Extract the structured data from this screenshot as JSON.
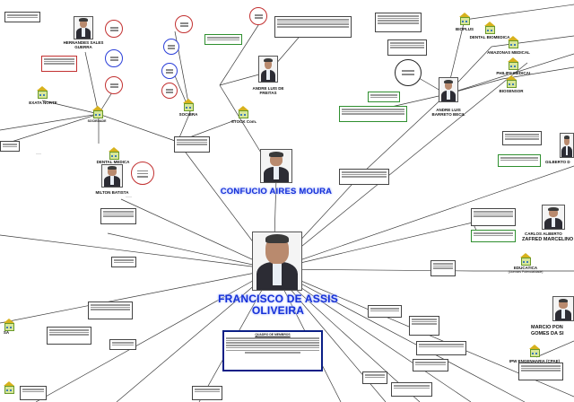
{
  "main_names": {
    "confucio": "CONFUCIO AIRES MOURA",
    "francisco_line1": "FRANCISCO DE ASSIS",
    "francisco_line2": "OLIVEIRA"
  },
  "people": {
    "hernanes": [
      "HERNANDES SALES",
      "GUERRA"
    ],
    "andre_freitas": [
      "ANDRE LUIS DE",
      "FREITAS"
    ],
    "andre_becil": [
      "ANDRE LUIS",
      "BARRETO BECIL"
    ],
    "milton": "MILTON BATISTA",
    "carlos": [
      "CARLOS ALBERTO",
      "ZAFRED MARCELINO"
    ],
    "marcio": [
      "MARCIO PON",
      "GOMES DA SI"
    ],
    "gilberto": "GILBERTO D"
  },
  "companies": {
    "exata_norte": "EXATA NORTE",
    "sociedade": "SOCIEDADE",
    "socibra": "SOCIBRA",
    "stock": "STOCK Com.",
    "dental_medica": "DENTAL MEDICA",
    "bioplus": "BIOPLUS",
    "dental_biomedica": "DENTAL BIOMEDICA",
    "amazonas_medical": "AMAZONAS MEDICAL",
    "philips_medical": "PHILIPS MEDICAL",
    "biosensor": "BIOSENSOR",
    "educatica": "EDUCATICA",
    "educatica_sub": "(Licenses Potencialidade)",
    "ipw": "IPW ENGENHARIA (CPAE)",
    "sa": "SA"
  },
  "legend_box_title": "QUADRO DE MEMBROS"
}
